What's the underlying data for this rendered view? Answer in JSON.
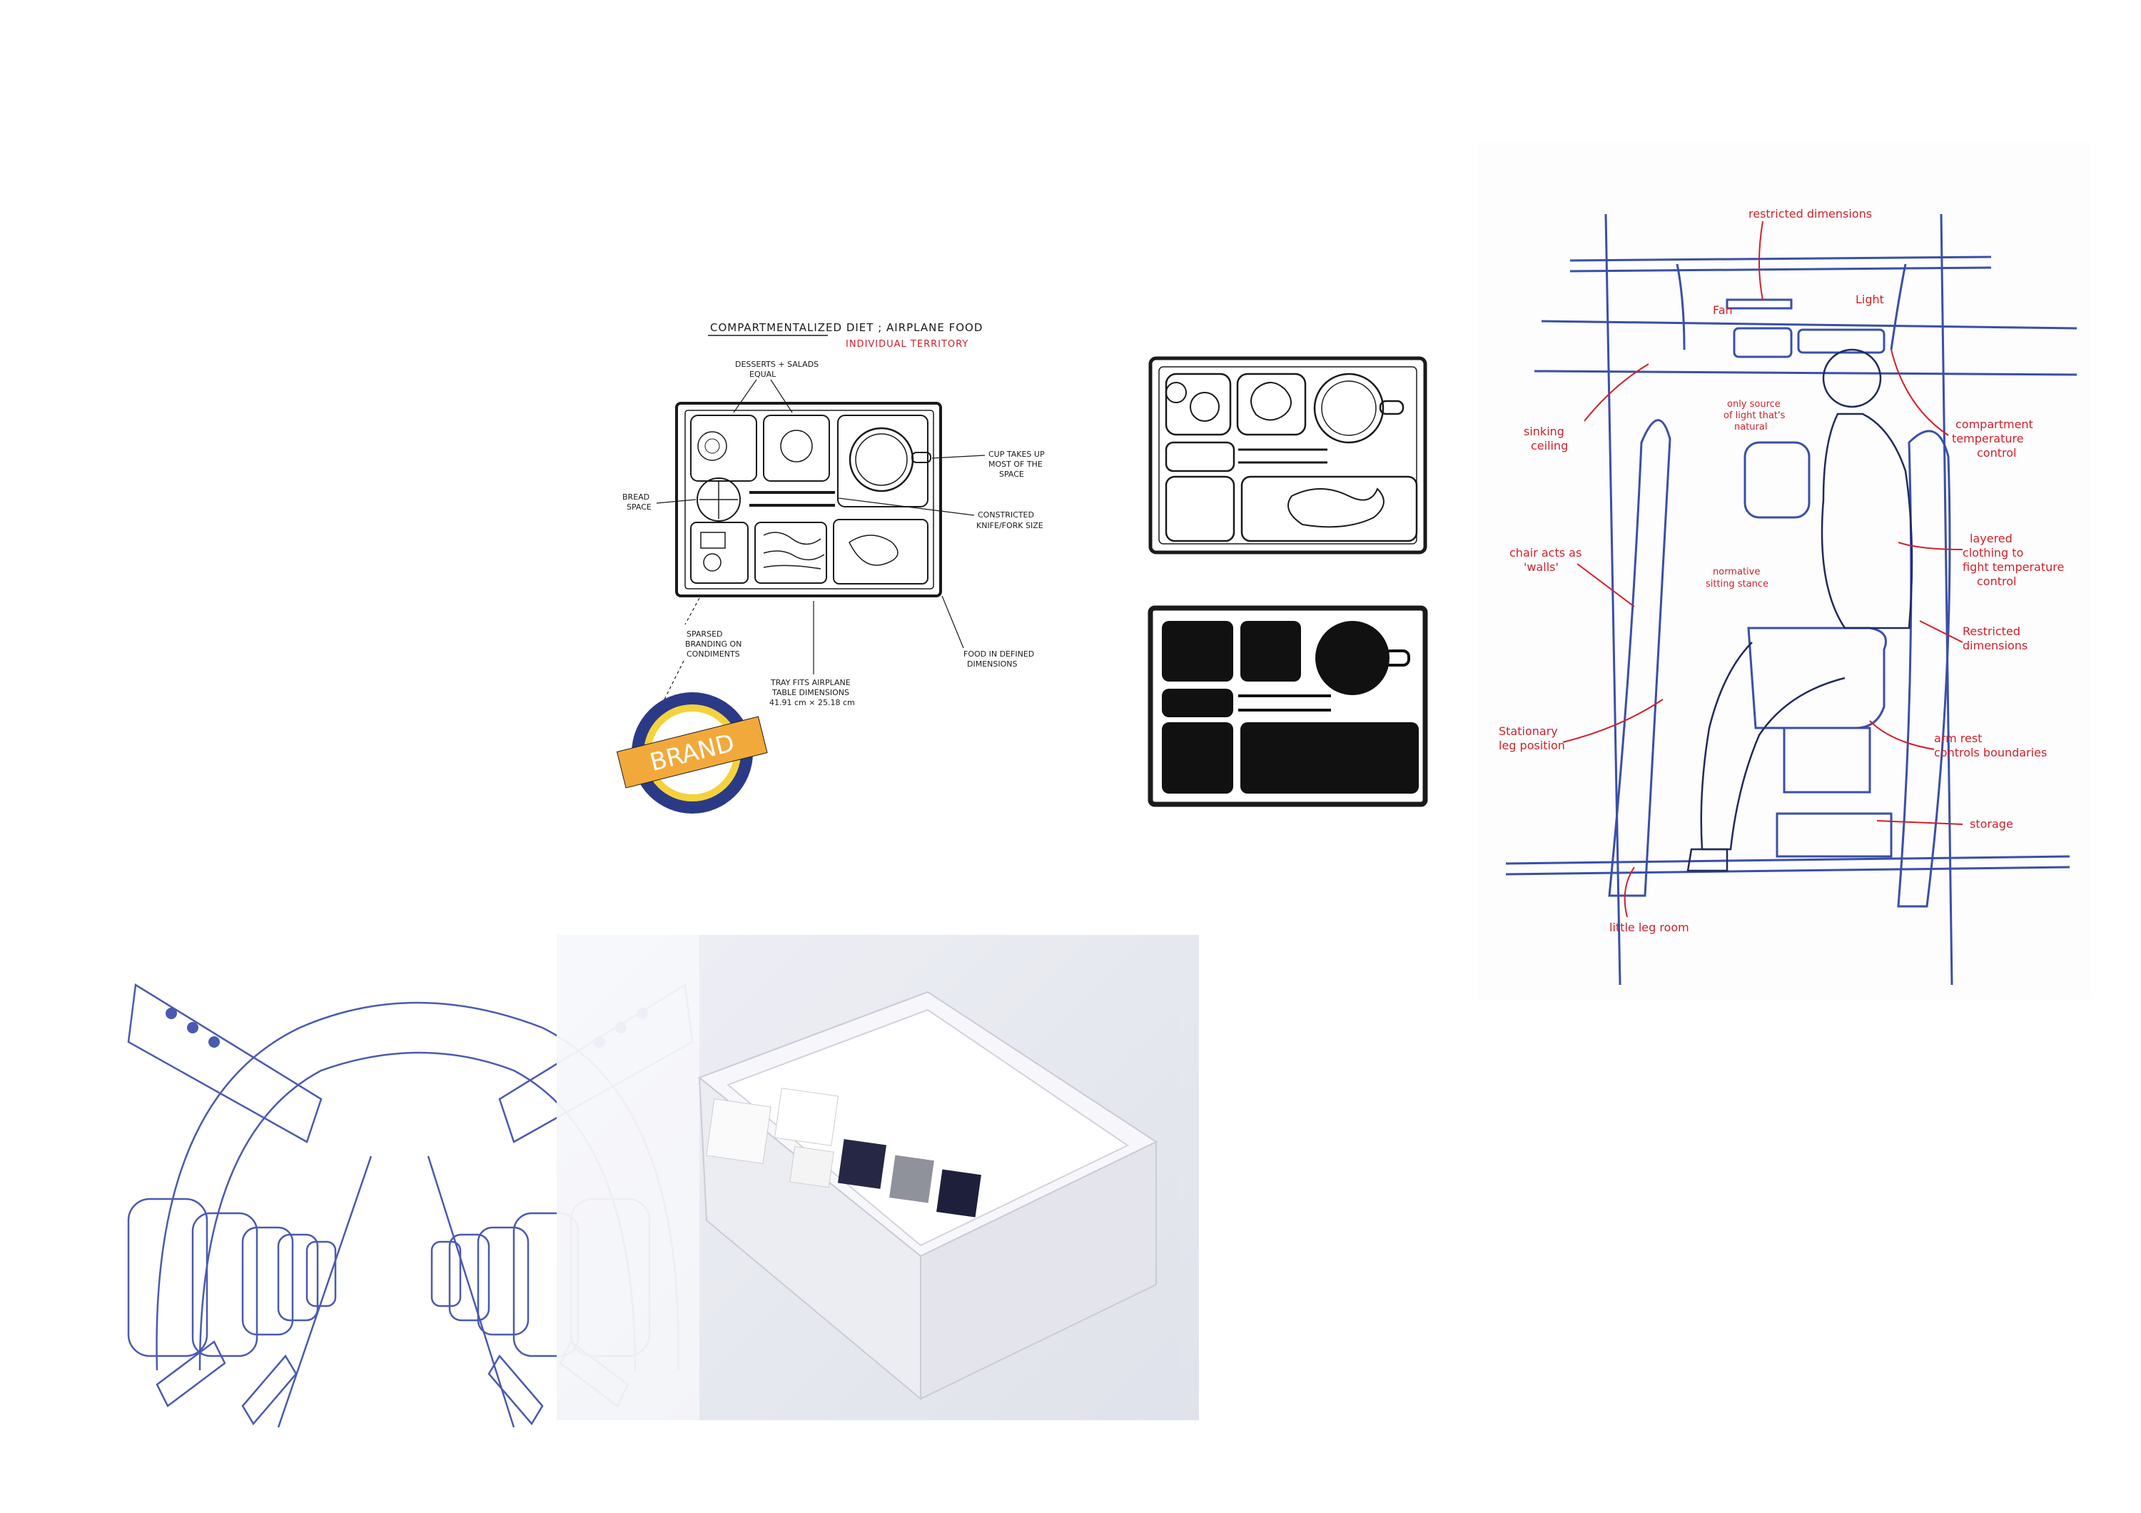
{
  "tray_sketch": {
    "title": "COMPARTMENTALIZED DIET ; AIRPLANE FOOD",
    "subtitle": "INDIVIDUAL TERRITORY",
    "notes": {
      "desserts": "DESSERTS + SALADS",
      "desserts2": "EQUAL",
      "bread": "BREAD",
      "bread2": "SPACE",
      "cup1": "CUP TAKES UP",
      "cup2": "MOST OF THE",
      "cup3": "SPACE",
      "cutlery1": "CONSTRICTED",
      "cutlery2": "KNIFE/FORK SIZE",
      "branding1": "SPARSED",
      "branding2": "BRANDING ON",
      "branding3": "CONDIMENTS",
      "tray1": "TRAY FITS AIRPLANE",
      "tray2": "TABLE DIMENSIONS",
      "tray3": "41.91 cm × 25.18 cm",
      "food1": "FOOD IN DEFINED",
      "food2": "DIMENSIONS"
    },
    "brand_label": "BRAND"
  },
  "cabin_sketch": {
    "notes": {
      "restricted_top": "restricted dimensions",
      "fan": "Fan",
      "light": "Light",
      "sinking1": "sinking",
      "sinking2": "ceiling",
      "only1": "only source",
      "only2": "of light that's",
      "only3": "natural",
      "compartment1": "compartment",
      "compartment2": "temperature",
      "compartment3": "control",
      "chair1": "chair acts as",
      "chair2": "'walls'",
      "normative1": "normative",
      "normative2": "sitting stance",
      "layered1": "layered",
      "layered2": "clothing to",
      "layered3": "fight temperature",
      "layered4": "control",
      "restricted_side1": "Restricted",
      "restricted_side2": "dimensions",
      "stationary1": "Stationary",
      "stationary2": "leg position",
      "armrest1": "arm rest",
      "armrest2": "controls boundaries",
      "storage": "storage",
      "legroom": "little leg room"
    }
  },
  "colors": {
    "ink": "#1a1a1a",
    "blue_pen": "#3a4fa8",
    "red_pen": "#d21f2a",
    "brand_orange": "#f2a93b",
    "brand_navy": "#2b3a86",
    "brand_yellow": "#f4d23c"
  }
}
